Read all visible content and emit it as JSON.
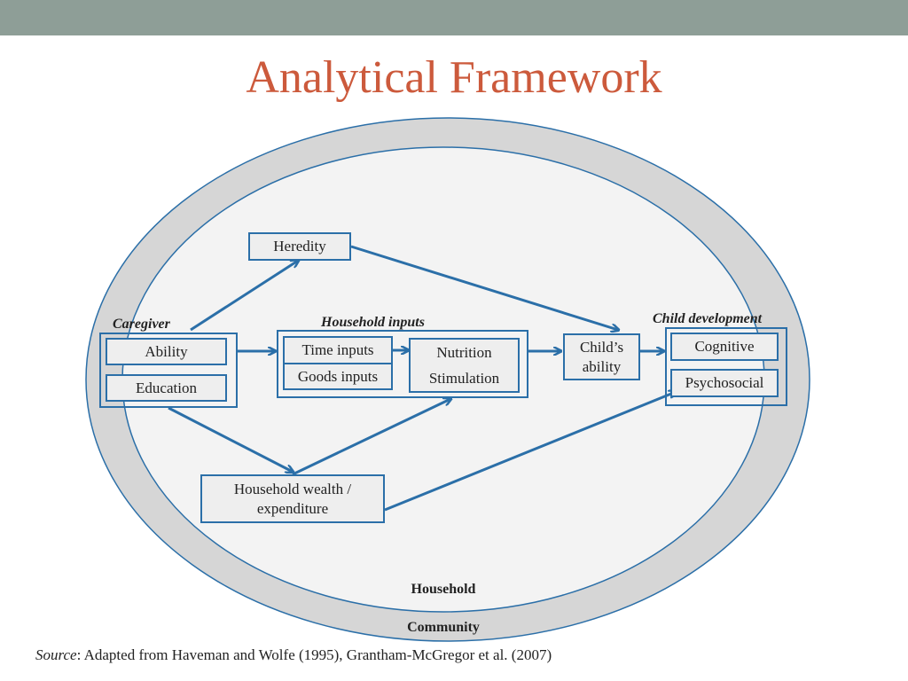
{
  "slide": {
    "title": "Analytical Framework",
    "source_label": "Source",
    "source_text": ": Adapted from Haveman and Wolfe (1995), Grantham-McGregor et al. (2007)"
  },
  "rings": {
    "outer": "Community",
    "inner": "Household"
  },
  "groups": {
    "caregiver": "Caregiver",
    "household_inputs": "Household inputs",
    "child_development": "Child development"
  },
  "nodes": {
    "heredity": "Heredity",
    "ability": "Ability",
    "education": "Education",
    "time_inputs": "Time inputs",
    "goods_inputs": "Goods inputs",
    "nutrition": "Nutrition",
    "stimulation": "Stimulation",
    "childs_ability_line1": "Child’s",
    "childs_ability_line2": "ability",
    "cognitive": "Cognitive",
    "psychosocial": "Psychosocial",
    "wealth_line1": "Household wealth /",
    "wealth_line2": "expenditure"
  },
  "colors": {
    "accent": "#2b6fa8",
    "title": "#cc5a3c",
    "top_bar": "#8e9e97",
    "ring": "#d6d6d6",
    "inner": "#f3f3f3"
  }
}
